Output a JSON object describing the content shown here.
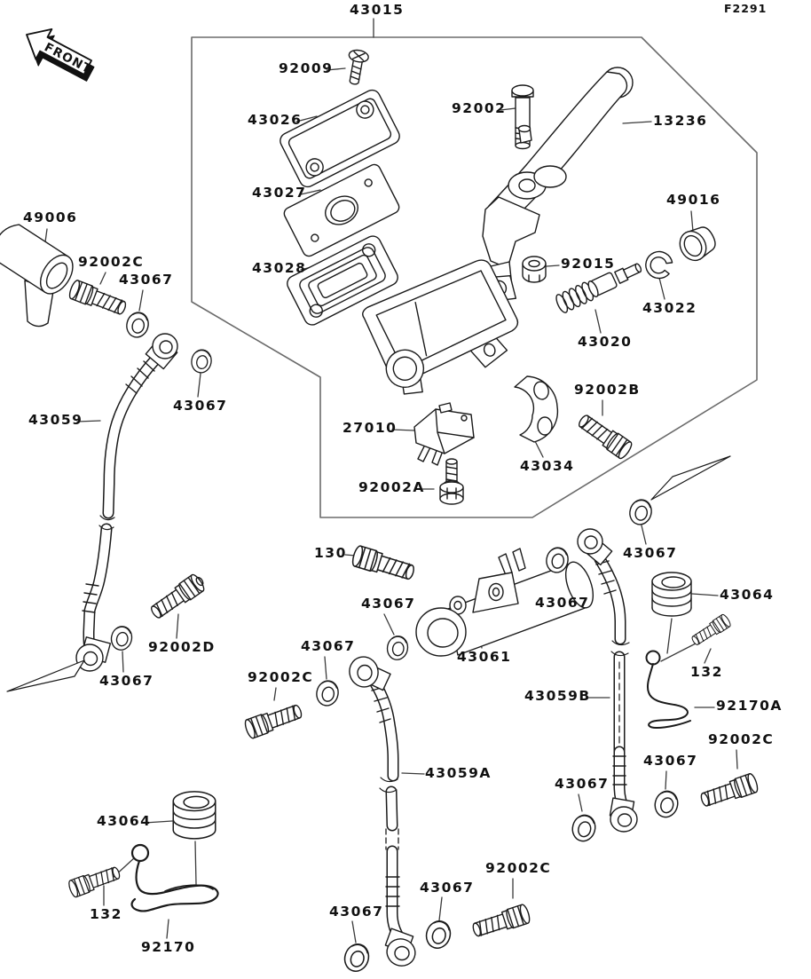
{
  "figure": {
    "code": "F2291"
  },
  "front_marker": {
    "text": "FRONT"
  },
  "assembly": {
    "number": "43015"
  },
  "colors": {
    "line": "#1a1a1a",
    "boundary": "#6b6b6b",
    "background": "#ffffff",
    "label": "#111111"
  },
  "unique_part_numbers": [
    "130",
    "132",
    "13236",
    "27010",
    "43015",
    "43020",
    "43022",
    "43026",
    "43027",
    "43028",
    "43034",
    "43059",
    "43059A",
    "43059B",
    "43061",
    "43064",
    "43067",
    "49006",
    "49016",
    "92002",
    "92002A",
    "92002B",
    "92002C",
    "92002D",
    "92009",
    "92015",
    "92170",
    "92170A"
  ],
  "labels": [
    {
      "text": "43015"
    },
    {
      "text": "92009"
    },
    {
      "text": "43026"
    },
    {
      "text": "92002"
    },
    {
      "text": "13236"
    },
    {
      "text": "43027"
    },
    {
      "text": "43028"
    },
    {
      "text": "49016"
    },
    {
      "text": "92015"
    },
    {
      "text": "43022"
    },
    {
      "text": "43020"
    },
    {
      "text": "49006"
    },
    {
      "text": "92002C"
    },
    {
      "text": "43067"
    },
    {
      "text": "27010"
    },
    {
      "text": "43034"
    },
    {
      "text": "92002B"
    },
    {
      "text": "92002A"
    },
    {
      "text": "43059"
    },
    {
      "text": "43067"
    },
    {
      "text": "130"
    },
    {
      "text": "43067"
    },
    {
      "text": "43061"
    },
    {
      "text": "43067"
    },
    {
      "text": "43067"
    },
    {
      "text": "92002D"
    },
    {
      "text": "43067"
    },
    {
      "text": "92002C"
    },
    {
      "text": "43067"
    },
    {
      "text": "43059A"
    },
    {
      "text": "43059B"
    },
    {
      "text": "43064"
    },
    {
      "text": "132"
    },
    {
      "text": "92170A"
    },
    {
      "text": "92002C"
    },
    {
      "text": "43067"
    },
    {
      "text": "43067"
    },
    {
      "text": "43064"
    },
    {
      "text": "132"
    },
    {
      "text": "92170"
    },
    {
      "text": "43067"
    },
    {
      "text": "43067"
    },
    {
      "text": "92002C"
    }
  ]
}
